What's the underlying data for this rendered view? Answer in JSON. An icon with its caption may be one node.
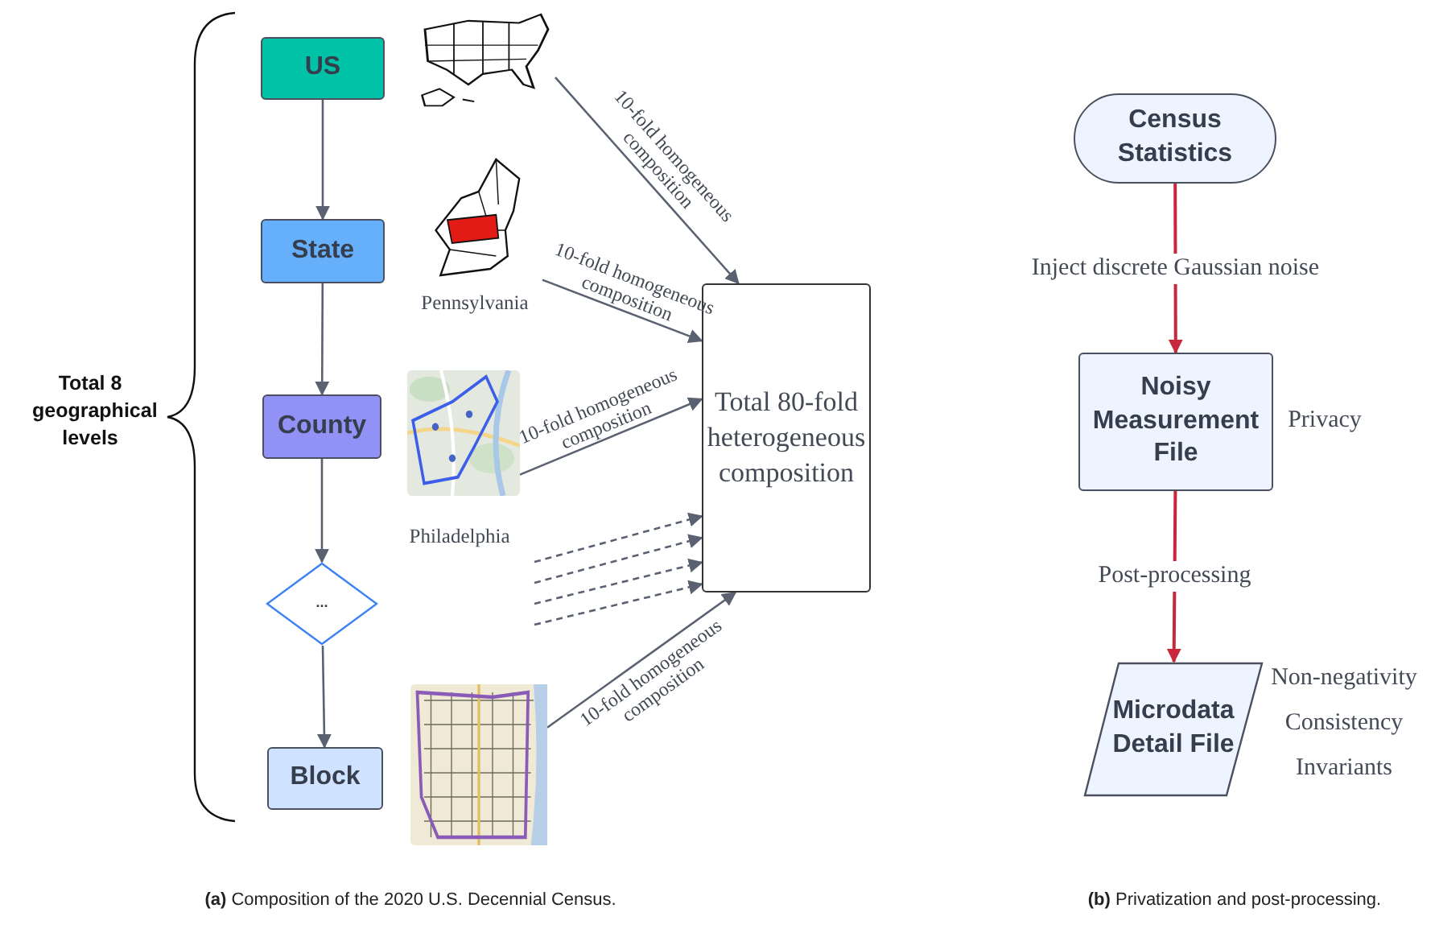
{
  "diagram": {
    "nodes": [
      {
        "text": [
          "US"
        ]
      },
      {
        "text": [],
        "shape": "picture"
      },
      {
        "text": [
          "State"
        ]
      },
      {
        "text": [],
        "shape": "picture",
        "beside": [
          "Pennsylvania"
        ]
      },
      {
        "text": [
          "County"
        ]
      },
      {
        "text": [],
        "shape": "picture",
        "beside": [
          "Philadelphia"
        ]
      },
      {
        "text": [
          "..."
        ]
      },
      {
        "text": [
          "Block"
        ]
      },
      {
        "text": [],
        "shape": "picture"
      },
      {
        "text": [
          "Total 80-fold heterogeneous composition"
        ]
      },
      {
        "text": [
          "Census Statistics"
        ]
      },
      {
        "text": [
          "Noisy Measurement File"
        ],
        "beside": [
          "Privacy"
        ]
      },
      {
        "text": [
          "Microdata Detail File"
        ],
        "beside": [
          "Non-negativity",
          "Consistency",
          "Invariants"
        ]
      }
    ],
    "edges": [
      {
        "from": 0,
        "to": 2,
        "arrow": "to"
      },
      {
        "from": 2,
        "to": 4,
        "arrow": "to"
      },
      {
        "from": 4,
        "to": 6,
        "arrow": "to"
      },
      {
        "from": 6,
        "to": 7,
        "arrow": "to"
      },
      {
        "from": 1,
        "to": 9,
        "arrow": "to",
        "label": "10-fold homogeneous composition"
      },
      {
        "from": 3,
        "to": 9,
        "arrow": "to",
        "label": "10-fold homogeneous composition"
      },
      {
        "from": 5,
        "to": 9,
        "arrow": "to",
        "label": "10-fold homogeneous composition"
      },
      {
        "from": null,
        "to": 9,
        "arrow": "to",
        "style": "dashed"
      },
      {
        "from": null,
        "to": 9,
        "arrow": "to",
        "style": "dashed"
      },
      {
        "from": null,
        "to": 9,
        "arrow": "to",
        "style": "dashed"
      },
      {
        "from": null,
        "to": 9,
        "arrow": "to",
        "style": "dashed"
      },
      {
        "from": 8,
        "to": 9,
        "arrow": "to",
        "label": "10-fold homogeneous composition"
      },
      {
        "from": 10,
        "to": 11,
        "arrow": "to",
        "label": "Inject discrete Gaussian noise",
        "color": "#c8283c"
      },
      {
        "from": 11,
        "to": 12,
        "arrow": "to",
        "label": "Post-processing",
        "color": "#c8283c"
      }
    ],
    "labels": [
      "Total 8 geographical levels",
      "**(a)** Composition of the 2020 U.S. Decennial Census.",
      "**(b)** Privatization and post-processing."
    ]
  }
}
